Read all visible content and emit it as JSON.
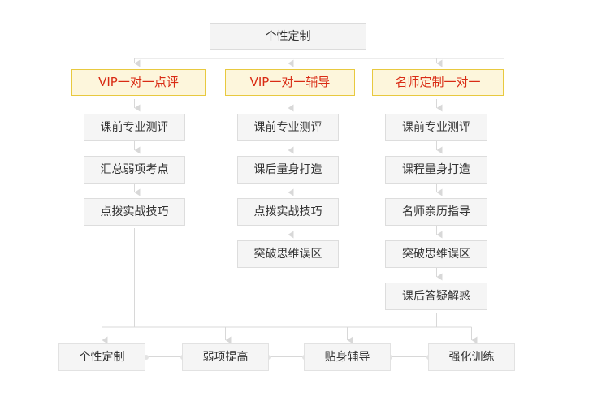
{
  "diagram": {
    "title_node": {
      "label": "个性定制"
    },
    "branches": [
      {
        "header": "VIP一对一点评",
        "steps": [
          "课前专业测评",
          "汇总弱项考点",
          "点拨实战技巧"
        ]
      },
      {
        "header": "VIP一对一辅导",
        "steps": [
          "课前专业测评",
          "课后量身打造",
          "点拨实战技巧",
          "突破思维误区"
        ]
      },
      {
        "header": "名师定制一对一",
        "steps": [
          "课前专业测评",
          "课程量身打造",
          "名师亲历指导",
          "突破思维误区",
          "课后答疑解惑"
        ]
      }
    ],
    "outcomes": [
      "个性定制",
      "弱项提高",
      "贴身辅导",
      "强化训练"
    ],
    "colors": {
      "background": "#ffffff",
      "node_fill": "#f5f5f5",
      "node_border": "#dddddd",
      "node_text": "#333333",
      "highlight_fill": "#fdf6dc",
      "highlight_border": "#e8c93f",
      "highlight_text": "#d92b14",
      "connector": "#d8d8d8",
      "connector_dot": "#e3e3e3"
    }
  }
}
